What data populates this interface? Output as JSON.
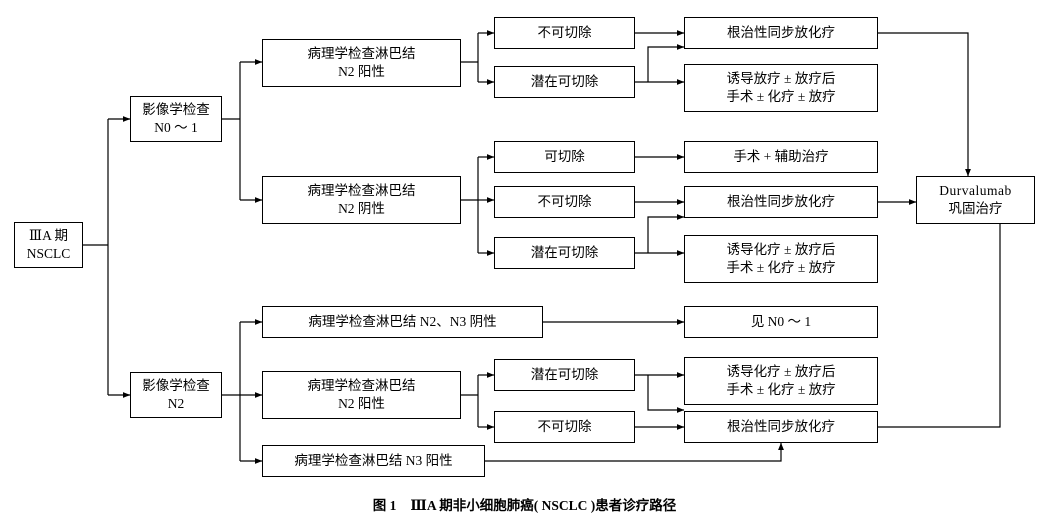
{
  "figure": {
    "caption_label": "图 1",
    "caption_text": "ⅢA 期非小细胞肺癌( NSCLC )患者诊疗路径"
  },
  "nodes": {
    "root": {
      "line1": "ⅢA 期",
      "line2": "NSCLC"
    },
    "imaging_n01": {
      "line1": "影像学检查",
      "line2": "N0 ～ 1"
    },
    "imaging_n2": {
      "line1": "影像学检查",
      "line2": "N2"
    },
    "path_n2_pos_top": {
      "line1": "病理学检查淋巴结",
      "line2": "N2 阳性"
    },
    "path_n2_neg": {
      "line1": "病理学检查淋巴结",
      "line2": "N2 阴性"
    },
    "path_n2n3_neg": {
      "line1": "病理学检查淋巴结 N2、N3 阴性",
      "line2": ""
    },
    "path_n2_pos_bot": {
      "line1": "病理学检查淋巴结",
      "line2": "N2 阳性"
    },
    "path_n3_pos": {
      "line1": "病理学检查淋巴结 N3 阳性",
      "line2": ""
    },
    "unresectable_1": {
      "line1": "不可切除",
      "line2": ""
    },
    "potential_1": {
      "line1": "潜在可切除",
      "line2": ""
    },
    "resectable_2": {
      "line1": "可切除",
      "line2": ""
    },
    "unresectable_2": {
      "line1": "不可切除",
      "line2": ""
    },
    "potential_2": {
      "line1": "潜在可切除",
      "line2": ""
    },
    "potential_3": {
      "line1": "潜在可切除",
      "line2": ""
    },
    "unresectable_3": {
      "line1": "不可切除",
      "line2": ""
    },
    "crt_1": {
      "line1": "根治性同步放化疗",
      "line2": ""
    },
    "crt_2": {
      "line1": "根治性同步放化疗",
      "line2": ""
    },
    "crt_3": {
      "line1": "根治性同步放化疗",
      "line2": ""
    },
    "induction_1": {
      "line1": "诱导放疗 ± 放疗后",
      "line2": "手术 ± 化疗 ± 放疗"
    },
    "induction_2": {
      "line1": "诱导化疗 ± 放疗后",
      "line2": "手术 ± 化疗 ± 放疗"
    },
    "induction_3": {
      "line1": "诱导化疗 ± 放疗后",
      "line2": "手术 ± 化疗 ± 放疗"
    },
    "surgery_adj": {
      "line1": "手术 + 辅助治疗",
      "line2": ""
    },
    "see_n01": {
      "line1": "见 N0 ～ 1",
      "line2": ""
    },
    "durvalumab": {
      "line1": "Durvalumab",
      "line2": "巩固治疗"
    }
  },
  "colors": {
    "stroke": "#000000",
    "background": "#ffffff"
  }
}
